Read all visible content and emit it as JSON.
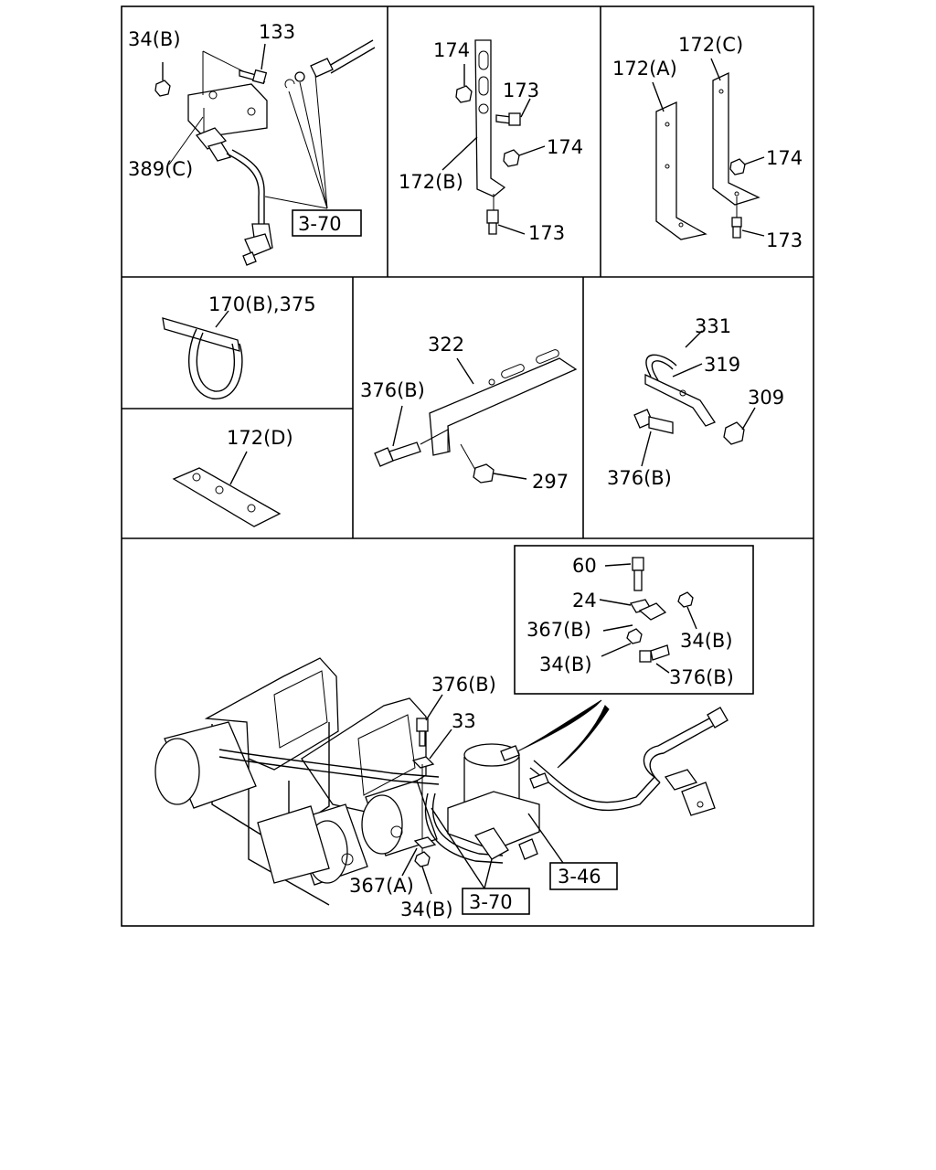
{
  "panels": [
    {
      "name": "panel-hose-clip",
      "labels": [
        "34(B)",
        "133",
        "389(C)",
        "3-70"
      ]
    },
    {
      "name": "panel-bracket-b",
      "labels": [
        "174",
        "173",
        "174",
        "172(B)",
        "173"
      ]
    },
    {
      "name": "panel-bracket-a-c",
      "labels": [
        "172(C)",
        "172(A)",
        "174",
        "173"
      ]
    },
    {
      "name": "panel-tie",
      "labels": [
        "170(B),375"
      ]
    },
    {
      "name": "panel-plate-d",
      "labels": [
        "172(D)"
      ]
    },
    {
      "name": "panel-bracket-322",
      "labels": [
        "322",
        "376(B)",
        "297"
      ]
    },
    {
      "name": "panel-clamp-331",
      "labels": [
        "331",
        "319",
        "309",
        "376(B)"
      ]
    },
    {
      "name": "panel-inset",
      "labels": [
        "60",
        "24",
        "367(B)",
        "34(B)",
        "34(B)",
        "376(B)"
      ]
    },
    {
      "name": "panel-main",
      "labels": [
        "376(B)",
        "33",
        "367(A)",
        "34(B)",
        "3-46",
        "3-70"
      ]
    }
  ]
}
